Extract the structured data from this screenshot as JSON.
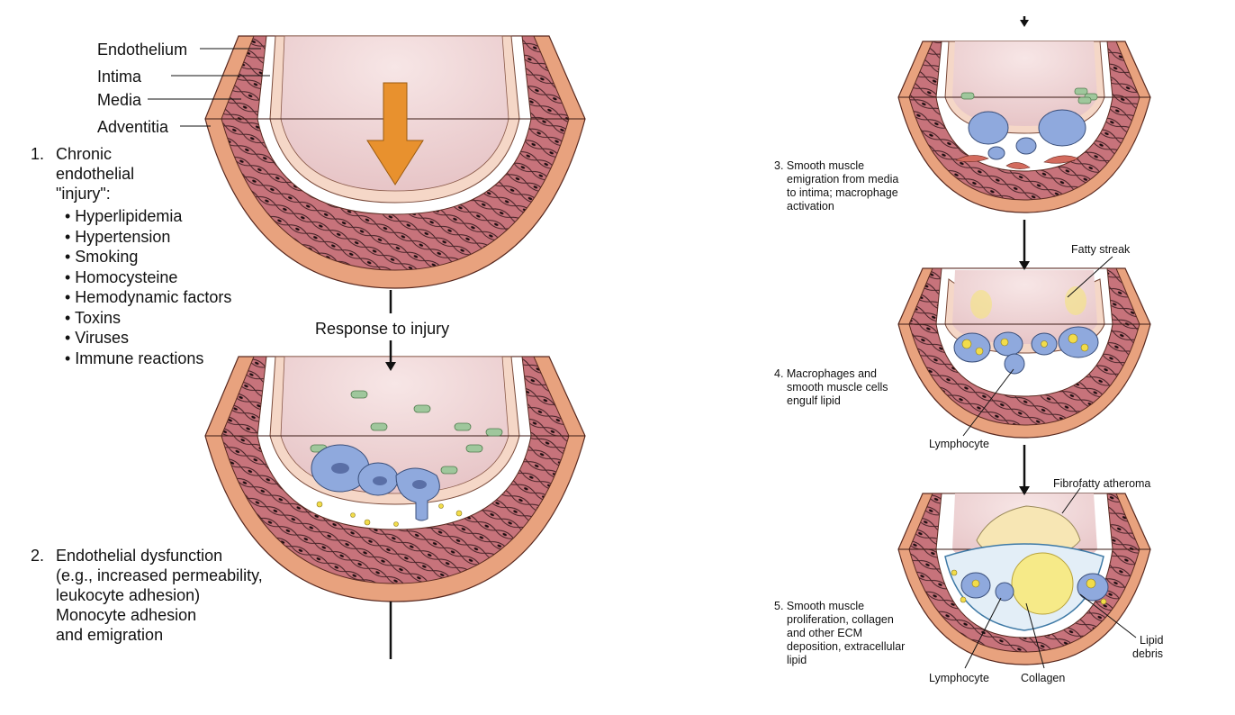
{
  "layers": {
    "endothelium": "Endothelium",
    "intima": "Intima",
    "media": "Media",
    "adventitia": "Adventitia"
  },
  "step1": {
    "number": "1.",
    "title_lines": [
      "Chronic",
      "endothelial",
      "\"injury\":"
    ],
    "causes": [
      "• Hyperlipidemia",
      "• Hypertension",
      "• Smoking",
      "• Homocysteine",
      "• Hemodynamic factors",
      "• Toxins",
      "• Viruses",
      "• Immune reactions"
    ]
  },
  "arrow_label": "Response to injury",
  "step2": {
    "number": "2.",
    "lines": [
      "Endothelial dysfunction",
      "(e.g., increased permeability,",
      "leukocyte adhesion)",
      "Monocyte adhesion",
      "and emigration"
    ]
  },
  "step3": {
    "lines": [
      "3. Smooth muscle",
      "emigration from media",
      "to intima; macrophage",
      "activation"
    ]
  },
  "step4": {
    "lines": [
      "4. Macrophages and",
      "smooth muscle cells",
      "engulf lipid"
    ],
    "label_fatty_streak": "Fatty streak",
    "label_lymphocyte": "Lymphocyte"
  },
  "step5": {
    "lines": [
      "5. Smooth muscle",
      "proliferation, collagen",
      "and other ECM",
      "deposition, extracellular",
      "lipid"
    ],
    "label_fibrofatty": "Fibrofatty atheroma",
    "label_lymphocyte": "Lymphocyte",
    "label_collagen": "Collagen",
    "label_lipid_debris": [
      "Lipid",
      "debris"
    ]
  },
  "colors": {
    "adventitia": "#e8a27e",
    "media": "#c8737b",
    "lumen": "#f3dcdc",
    "endothelium": "#f5d7c7",
    "intima": "#ffffff",
    "monocyte": "#8fa9dd",
    "platelet": "#9fc79c",
    "lipid": "#f2dc4a",
    "arrow": "#e8912e"
  }
}
